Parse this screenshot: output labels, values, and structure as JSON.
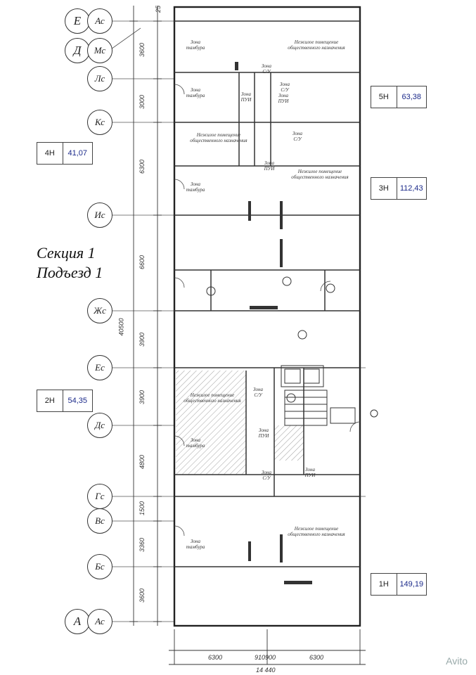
{
  "section": {
    "line1": "Секция 1",
    "line2": "Подъезд 1"
  },
  "axes": [
    {
      "id": "e",
      "labels": [
        "Е",
        "Ас"
      ]
    },
    {
      "id": "d",
      "labels": [
        "Д",
        "Мс"
      ]
    },
    {
      "id": "l",
      "labels": [
        "Лс"
      ]
    },
    {
      "id": "k",
      "labels": [
        "Кс"
      ]
    },
    {
      "id": "i",
      "labels": [
        "Ис"
      ]
    },
    {
      "id": "zh",
      "labels": [
        "Жс"
      ]
    },
    {
      "id": "e2",
      "labels": [
        "Ес"
      ]
    },
    {
      "id": "dc",
      "labels": [
        "Дс"
      ]
    },
    {
      "id": "g",
      "labels": [
        "Гс"
      ]
    },
    {
      "id": "v",
      "labels": [
        "Вс"
      ]
    },
    {
      "id": "b",
      "labels": [
        "Бс"
      ]
    },
    {
      "id": "a",
      "labels": [
        "А",
        "Ас"
      ]
    }
  ],
  "dims": {
    "d25": "25",
    "d3600a": "3600",
    "d3000": "3000",
    "d6300": "6300",
    "d6600": "6600",
    "d3900a": "3900",
    "d3900b": "3900",
    "d4800": "4800",
    "d1500": "1500",
    "d3360": "3360",
    "d3600b": "3600",
    "total": "40500",
    "bottom_left": "6300",
    "bottom_mid": "910900",
    "bottom_right": "6300",
    "bottom_total": "14 440"
  },
  "tags": {
    "t5h": {
      "code": "5Н",
      "area": "63,38"
    },
    "t4h": {
      "code": "4Н",
      "area": "41,07"
    },
    "t3h": {
      "code": "3Н",
      "area": "112,43"
    },
    "t2h": {
      "code": "2Н",
      "area": "54,35"
    },
    "t1h": {
      "code": "1Н",
      "area": "149,19"
    }
  },
  "zones": {
    "z1": "Зона\nтамбура",
    "z2": "Нежилое помещение\nобщественного назначения",
    "z3": "Зона\nтамбура",
    "z4": "Зона\nС/У",
    "z5": "Зона\nПУИ",
    "z6": "Зона\nПУИ",
    "z7": "Нежилое помещение\nобщественного назначения",
    "z8": "Зона\nС/У",
    "z9": "Зона\nПУИ",
    "z10": "Нежилое помещение\nобщественного назначения",
    "z11": "Зона\nтамбура",
    "z12": "Нежилое помещение\nобщественного назначения",
    "z13": "Зона\nС/У",
    "z14": "Зона\nПУИ",
    "z15": "Зона\nтамбура",
    "z16": "Зона\nС/У",
    "z17": "Зона\nПУИ",
    "z18": "Зона\nтамбура",
    "z19": "Нежилое помещение\nобщественного назначения",
    "z20": "Зона\nС/У"
  },
  "watermark": "Avito"
}
